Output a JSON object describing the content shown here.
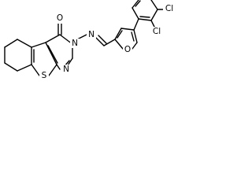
{
  "atoms": {
    "cl_top": "Cl",
    "cl_bottom": "Cl",
    "o_carbonyl": "O",
    "o_furan": "O",
    "n_ring": "N",
    "n_imine": "N",
    "n_pyrimidine": "N",
    "s_thiophene": "S"
  }
}
